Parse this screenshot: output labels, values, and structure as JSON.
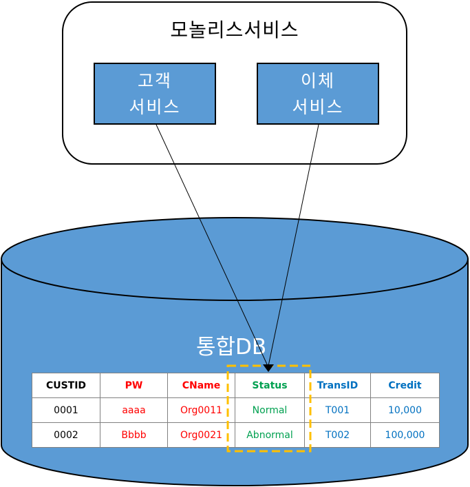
{
  "monolith": {
    "title": "모놀리스서비스"
  },
  "services": [
    {
      "line1": "고객",
      "line2": "서비스"
    },
    {
      "line1": "이체",
      "line2": "서비스"
    }
  ],
  "database": {
    "title": "통합DB",
    "columns": [
      "CUSTID",
      "PW",
      "CName",
      "Status",
      "TransID",
      "Credit"
    ],
    "rows": [
      [
        "0001",
        "aaaa",
        "Org0011",
        "Normal",
        "T001",
        "10,000"
      ],
      [
        "0002",
        "Bbbb",
        "Org0021",
        "Abnormal",
        "T002",
        "100,000"
      ]
    ]
  },
  "colors": {
    "cylinder_fill": "#5b9bd5",
    "service_fill": "#5b9bd5",
    "highlight_border": "#ffc000",
    "custid_text": "#000000",
    "pw_cname_text": "#ff0000",
    "status_text": "#00a050",
    "trans_text": "#0070c0"
  }
}
